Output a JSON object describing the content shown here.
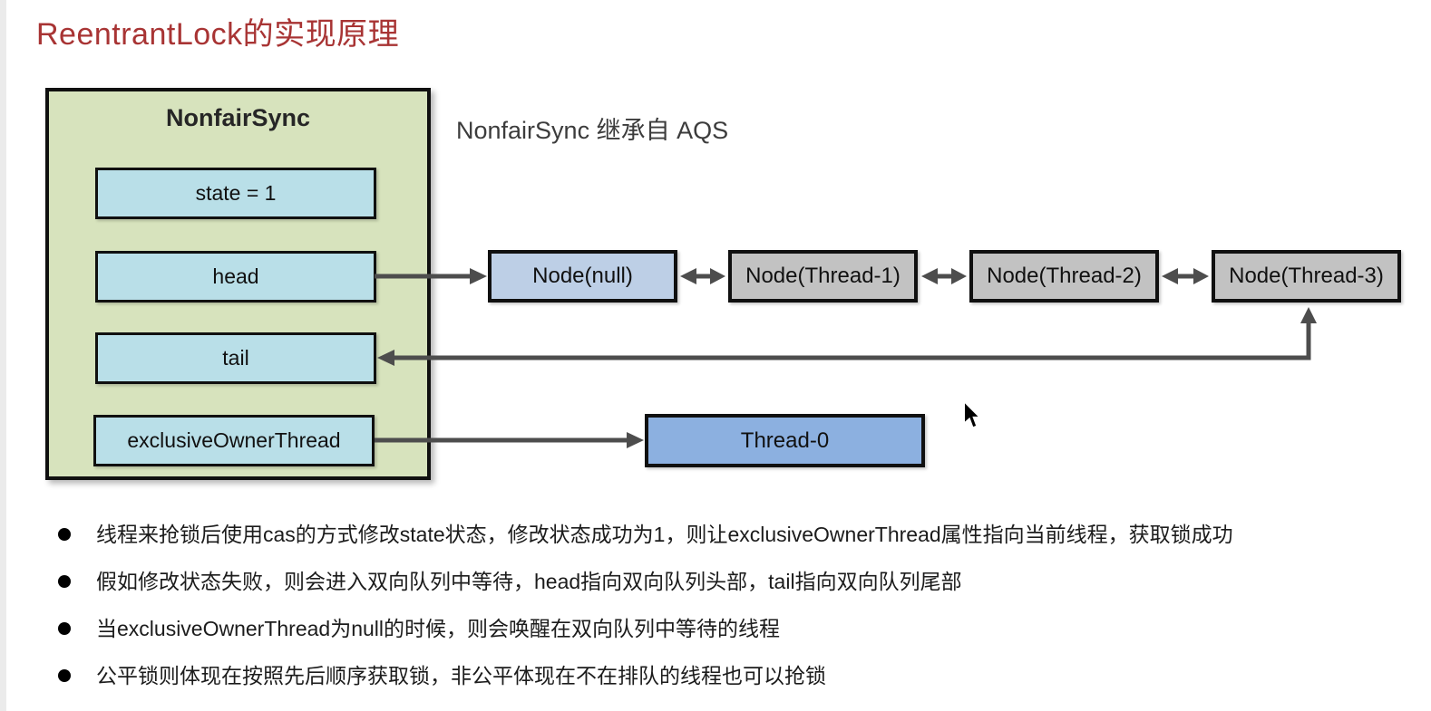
{
  "page": {
    "title": "ReentrantLock的实现原理",
    "annotation": "NonfairSync 继承自 AQS"
  },
  "sync": {
    "title": "NonfairSync",
    "fields": [
      {
        "label": "state = 1"
      },
      {
        "label": "head"
      },
      {
        "label": "tail"
      },
      {
        "label": "exclusiveOwnerThread"
      }
    ]
  },
  "queue": {
    "nodes": [
      {
        "label": "Node(null)"
      },
      {
        "label": "Node(Thread-1)"
      },
      {
        "label": "Node(Thread-2)"
      },
      {
        "label": "Node(Thread-3)"
      }
    ]
  },
  "thread": {
    "label": "Thread-0"
  },
  "notes": [
    {
      "text": "线程来抢锁后使用cas的方式修改state状态，修改状态成功为1，则让exclusiveOwnerThread属性指向当前线程，获取锁成功"
    },
    {
      "text": "假如修改状态失败，则会进入双向队列中等待，head指向双向队列头部，tail指向双向队列尾部"
    },
    {
      "text": "当exclusiveOwnerThread为null的时候，则会唤醒在双向队列中等待的线程"
    },
    {
      "text": "公平锁则体现在按照先后顺序获取锁，非公平体现在不在排队的线程也可以抢锁"
    }
  ],
  "colors": {
    "title-red": "#a83434",
    "container-green": "#d7e3bd",
    "field-cyan": "#b9dfe8",
    "node-head-blue": "#bdcfe6",
    "node-gray": "#c2c2c2",
    "thread-blue": "#8cb0e0",
    "arrow-gray": "#4d4d4d",
    "ink": "#1c1c1c"
  }
}
